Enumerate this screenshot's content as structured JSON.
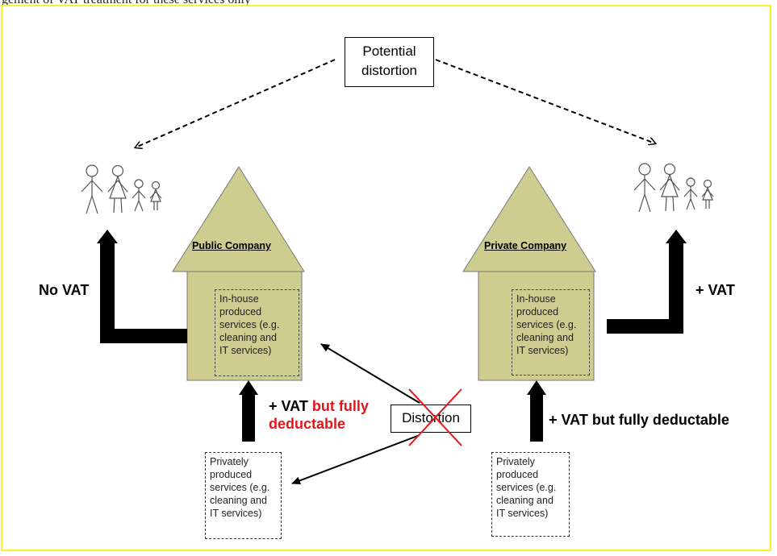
{
  "caption": "gement of VAT treatment for these services only",
  "potential_box": {
    "line1": "Potential",
    "line2": "distortion"
  },
  "public_house": {
    "title": "Public Company",
    "inner_lines": [
      "In-house",
      "produced",
      "services (e.g.",
      "cleaning and",
      "IT services)"
    ]
  },
  "private_house": {
    "title": "Private Company",
    "inner_lines": [
      "In-house",
      "produced",
      "services (e.g.",
      "cleaning and",
      "IT services)"
    ]
  },
  "left_label": "No VAT",
  "right_label": "+ VAT",
  "public_input_label": {
    "black": "+ VAT",
    "red_line1": "but fully",
    "red_line2": "deductable"
  },
  "private_input_label": "+ VAT but fully deductable",
  "distortion_box": "Distortion",
  "left_supplier": [
    "Privately",
    "produced",
    "services (e.g.",
    "cleaning and",
    "IT services)"
  ],
  "right_supplier": [
    "Privately",
    "produced",
    "services (e.g.",
    "cleaning and",
    "IT services)"
  ],
  "colors": {
    "house_fill": "#cfcc8f",
    "frame": "#fbf22e",
    "cross": "#e0161b",
    "red_text": "#e0161b"
  },
  "icons": [
    "family-icon-left",
    "family-icon-right"
  ]
}
